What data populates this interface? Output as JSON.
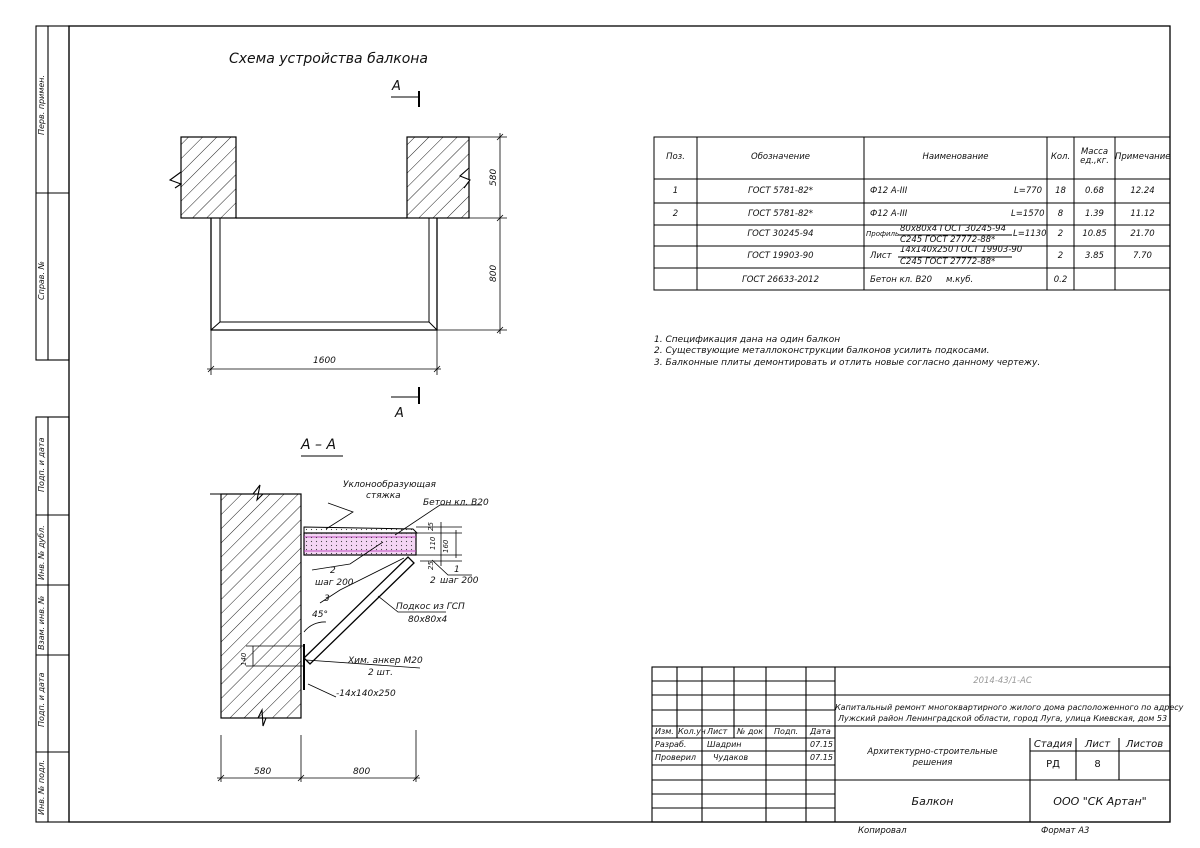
{
  "balcony_title": "Схема устройства балкона",
  "section_mark_top": "А",
  "section_mark_bottom": "А",
  "section_title": "А – А",
  "dims": {
    "wall_height": "580",
    "slab_depth": "800",
    "width": "1600",
    "section_wall": "580",
    "section_slab": "800"
  },
  "section_labels": {
    "screed_line1": "Уклонообразующая",
    "screed_line2": "стяжка",
    "concrete": "Бетон кл. В20",
    "dim_25a": "25",
    "dim_110": "110",
    "dim_160": "160",
    "dim_25b": "25",
    "pos1": "1",
    "pos1_step": "шаг 200",
    "pos2_left": "2",
    "pos2_left_step": "шаг 200",
    "pos2_right": "2",
    "pos3": "3",
    "brace_line1": "Подкос из ГСП",
    "brace_line2": "80х80х4",
    "angle": "45°",
    "anchor_line1": "Хим. анкер М20",
    "anchor_line2": "2 шт.",
    "dim_140": "140",
    "plate": "-14х140х250"
  },
  "spec_table": {
    "headers": [
      "Поз.",
      "Обозначение",
      "Наименование",
      "Кол.",
      "Масса ед.,кг.",
      "Примечание"
    ],
    "rows": [
      {
        "pos": "1",
        "code": "ГОСТ 5781-82*",
        "name": "Ф12 А-III",
        "len": "L=770",
        "qty": "18",
        "mass": "0.68",
        "note": "12.24"
      },
      {
        "pos": "2",
        "code": "ГОСТ 5781-82*",
        "name": "Ф12 А-III",
        "len": "L=1570",
        "qty": "8",
        "mass": "1.39",
        "note": "11.12"
      },
      {
        "pos": "",
        "code": "ГОСТ 30245-94",
        "name_prefix": "Профиль",
        "name_top": "80х80х4 ГОСТ 30245-94",
        "name_bottom": "С245 ГОСТ 27772-88*",
        "len": "L=1130",
        "qty": "2",
        "mass": "10.85",
        "note": "21.70"
      },
      {
        "pos": "",
        "code": "ГОСТ 19903-90",
        "name_prefix": "Лист",
        "name_top": "14х140х250 ГОСТ 19903-90",
        "name_bottom": "С245 ГОСТ 27772-88*",
        "len": "",
        "qty": "2",
        "mass": "3.85",
        "note": "7.70"
      },
      {
        "pos": "",
        "code": "ГОСТ 26633-2012",
        "name": "Бетон кл. В20",
        "len": "м.куб.",
        "qty": "0.2",
        "mass": "",
        "note": ""
      }
    ]
  },
  "notes": [
    "1.    Спецификация дана на один балкон",
    "2.    Существующие металлоконструкции балконов усилить подкосами.",
    "3.    Балконные плиты демонтировать и отлить новые  согласно данному чертежу."
  ],
  "side_stamp": [
    "Перв. примен.",
    "Справ. №",
    "Подп. и дата",
    "Инв. № дубл.",
    "Взам. инв. №",
    "Подп. и дата",
    "Инв. № подл."
  ],
  "title_block": {
    "doc_code": "2014-43/1-АС",
    "project_line1": "Капитальный ремонт многоквартирного жилого дома расположенного по адресу",
    "project_line2": "Лужский район Ленинградской области, город Луга, улица Киевская, дом 53",
    "col_headers": [
      "Изм.",
      "Кол.уч",
      "Лист",
      "№ док",
      "Подп.",
      "Дата"
    ],
    "developer_role": "Разраб.",
    "developer_name": "Шадрин",
    "developer_date": "07.15",
    "checker_role": "Проверил",
    "checker_name": "Чудаков",
    "checker_date": "07.15",
    "section_line1": "Архитектурно-строительные",
    "section_line2": "решения",
    "stage_label": "Стадия",
    "sheet_label": "Лист",
    "sheets_label": "Листов",
    "stage_value": "РД",
    "sheet_value": "8",
    "drawing_name": "Балкон",
    "company": "ООО \"СК Артан\""
  },
  "footer": {
    "copied": "Копировал",
    "format": "Формат А3"
  }
}
